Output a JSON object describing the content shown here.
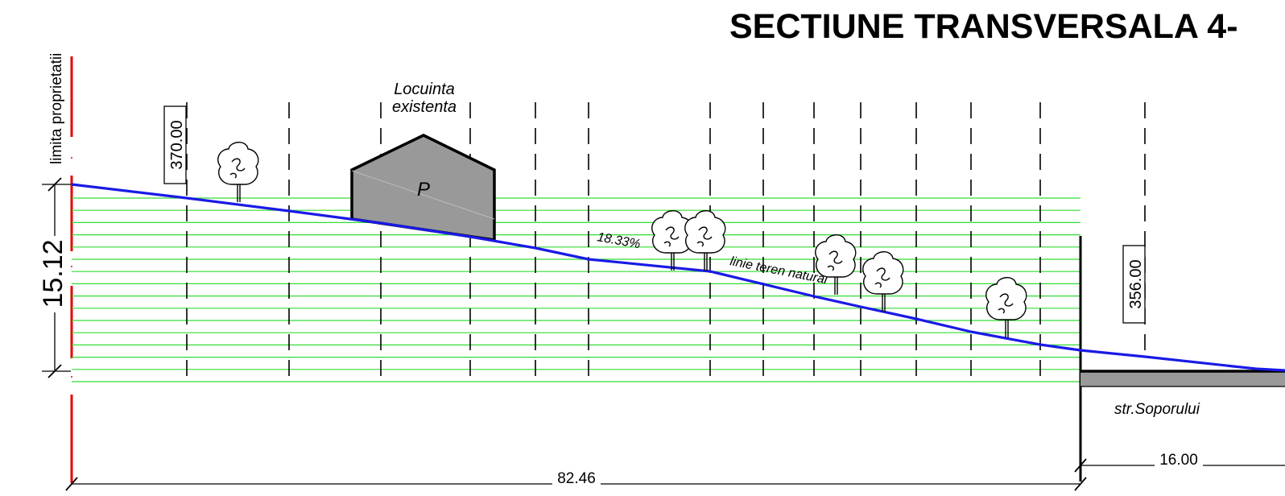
{
  "title": "SECTIUNE TRANSVERSALA 4-",
  "property_limit_label": "limita proprietatii",
  "height_dimension": "15.12",
  "length_dimension": "82.46",
  "road_dimension": "16.00",
  "elevation_left": "370.00",
  "elevation_right": "356.00",
  "house_label_line1": "Locuinta",
  "house_label_line2": "existenta",
  "house_code": "P",
  "slope_label": "18.33%",
  "terrain_label": "linie teren natural",
  "road_label": "str.Soporului",
  "colors": {
    "terrain_line": "#1a1ae6",
    "fill_lines": "#33dd33",
    "property_limit": "#e60000",
    "house_fill": "#999999"
  }
}
